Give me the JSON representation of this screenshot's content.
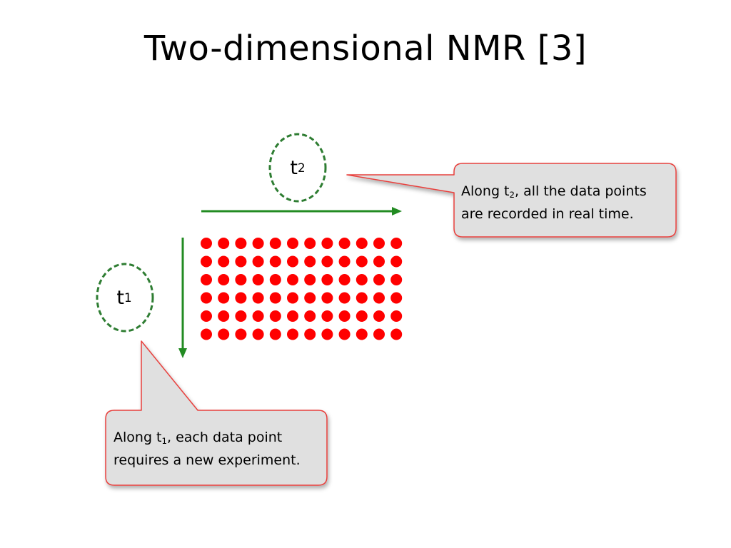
{
  "slide": {
    "title": "Two-dimensional NMR [3]"
  },
  "labels": {
    "t2": {
      "base": "t",
      "sub": "2"
    },
    "t1": {
      "base": "t",
      "sub": "1"
    }
  },
  "callouts": {
    "t2": {
      "before": "Along t",
      "sub": "2",
      "after": ", all the data points",
      "line2": "are recorded in real time."
    },
    "t1": {
      "before": "Along t",
      "sub": "1",
      "after": ", each data point",
      "line2": "requires a new experiment."
    }
  },
  "data_grid": {
    "rows": 6,
    "columns": 12
  },
  "colors": {
    "point": "#ff0000",
    "arrow": "#228b22",
    "bubble_border": "#2e7d32",
    "callout_fill": "#e0e0e0",
    "callout_border": "#e8413e"
  }
}
